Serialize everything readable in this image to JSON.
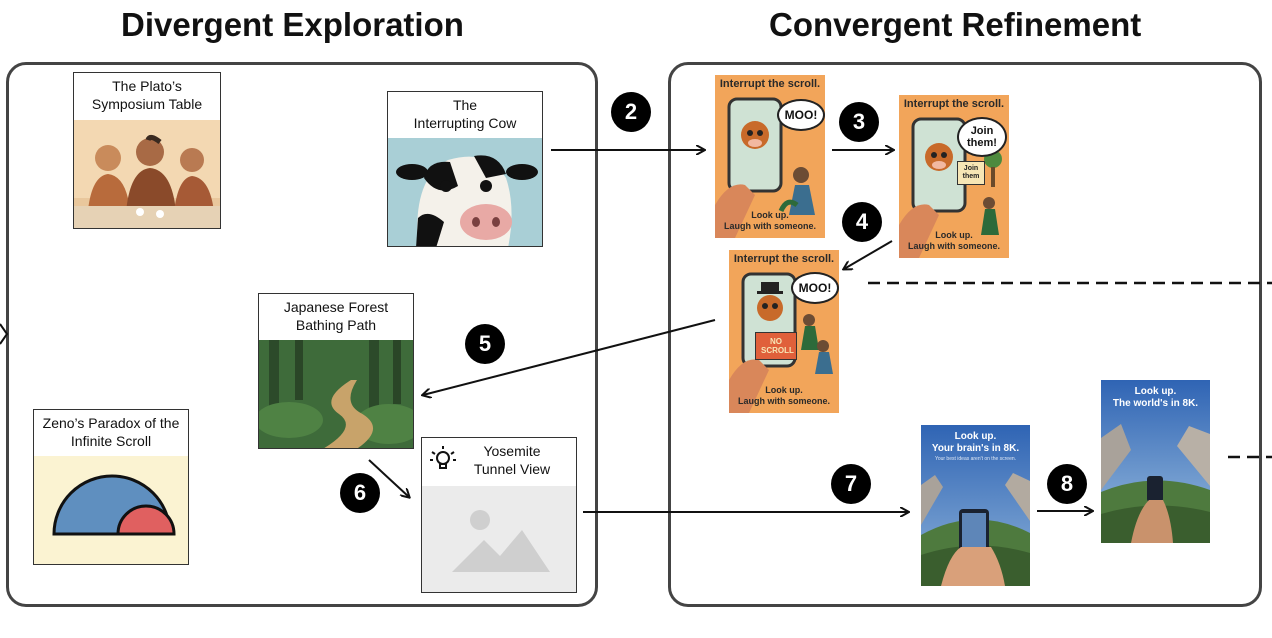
{
  "titles": {
    "left": "Divergent Exploration",
    "right": "Convergent Refinement"
  },
  "cards": {
    "plato": "The Plato’s\nSymposium Table",
    "cow": "The\nInterrupting Cow",
    "forest": "Japanese Forest\nBathing Path",
    "zeno": "Zeno’s Paradox of the\nInfinite Scroll",
    "yosemite": "Yosemite\nTunnel View"
  },
  "badges": [
    "2",
    "3",
    "4",
    "5",
    "6",
    "7",
    "8"
  ],
  "posters": {
    "p1": {
      "head": "Interrupt the scroll.",
      "bubble": "MOO!",
      "foot": "Look up.\nLaugh with someone."
    },
    "p2": {
      "head": "Interrupt the scroll.",
      "bubble": "Join them!",
      "sign": "Join them",
      "foot": "Look up.\nLaugh with someone."
    },
    "p3": {
      "head": "Interrupt the scroll.",
      "bubble": "MOO!",
      "sign": "NO SCROLL",
      "foot": "Look up.\nLaugh with someone."
    },
    "p4": {
      "head": "Look up.\nYour brain's in 8K.",
      "sub": "Your best ideas aren't on the screen."
    },
    "p5": {
      "head": "Look up.\nThe world's in 8K."
    }
  },
  "colors": {
    "panel_border": "#444444",
    "poster_orange": "#F2A55A",
    "badge": "#000000"
  }
}
